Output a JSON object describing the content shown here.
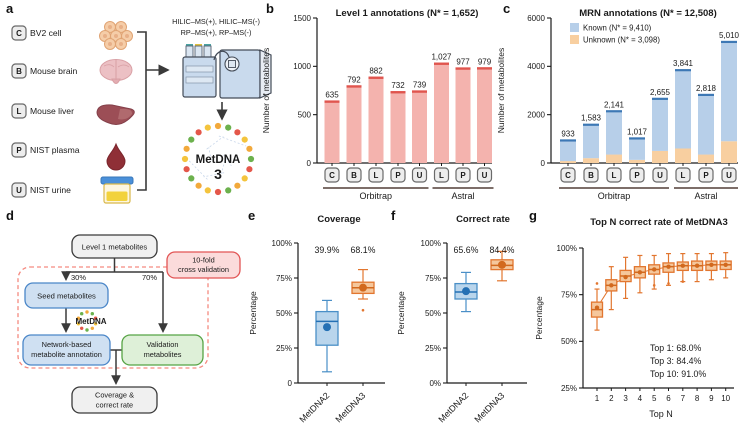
{
  "panel_letters": {
    "a": "a",
    "b": "b",
    "c": "c",
    "d": "d",
    "e": "e",
    "f": "f",
    "g": "g"
  },
  "panel_a": {
    "samples": [
      {
        "code": "C",
        "label": "BV2 cell",
        "icon": "cell-cluster-icon"
      },
      {
        "code": "B",
        "label": "Mouse brain",
        "icon": "brain-icon"
      },
      {
        "code": "L",
        "label": "Mouse liver",
        "icon": "liver-icon"
      },
      {
        "code": "P",
        "label": "NIST plasma",
        "icon": "blood-drop-icon"
      },
      {
        "code": "U",
        "label": "NIST urine",
        "icon": "urine-cup-icon"
      }
    ],
    "methods_line1": "HILIC–MS(+), HILIC–MS(-)",
    "methods_line2": "RP–MS(+), RP–MS(-)",
    "logo": {
      "text": "MetDNA",
      "number": "3",
      "text_color": "#2e74c4",
      "dot_colors": [
        "#f2a93b",
        "#6cb14d",
        "#e4574a",
        "#f4c43d"
      ]
    }
  },
  "panel_d": {
    "nodes": {
      "level1": "Level 1 metabolites",
      "seed": "Seed metabolites",
      "network_line1": "Network-based",
      "network_line2": "metabolite annotation",
      "validation_line1": "Validation",
      "validation_line2": "metabolites",
      "crossval_line1": "10-fold",
      "crossval_line2": "cross validation",
      "coverage_line1": "Coverage &",
      "coverage_line2": "correct rate",
      "pct_left": "30%",
      "pct_right": "70%",
      "logo_text": "MetDNA"
    },
    "colors": {
      "gray_fill": "#f0f0f0",
      "gray_stroke": "#3a3a3a",
      "blue_fill": "#cfe0f2",
      "blue_stroke": "#4a86c8",
      "green_fill": "#def0d8",
      "green_stroke": "#56a344",
      "red_fill": "#fbdbdb",
      "red_stroke": "#e25555",
      "dashed_border": "#f58a80"
    }
  },
  "box_colors": {
    "blue": {
      "fill": "#b9d5ec",
      "stroke": "#4a8fc7",
      "dark": "#2470b4"
    },
    "orange": {
      "fill": "#f5c79c",
      "stroke": "#e2762f",
      "dark": "#d2691e"
    }
  },
  "chart_data": [
    {
      "id": "b",
      "type": "bar",
      "title": "Level 1 annotations (N* = 1,652)",
      "ylabel": "Number of metabolites",
      "ylim": [
        0,
        1500
      ],
      "yticks": [
        0,
        500,
        1000,
        1500
      ],
      "ytick_labels": [
        "0",
        "500",
        "1000",
        "1500"
      ],
      "categories": [
        "C",
        "B",
        "L",
        "P",
        "U",
        "L",
        "P",
        "U"
      ],
      "values": [
        635,
        792,
        882,
        732,
        739,
        1027,
        977,
        979
      ],
      "value_labels": [
        "635",
        "792",
        "882",
        "732",
        "739",
        "1,027",
        "977",
        "979"
      ],
      "groups": [
        {
          "label": "Orbitrap",
          "start": 0,
          "end": 4
        },
        {
          "label": "Astral",
          "start": 5,
          "end": 7
        }
      ],
      "bar_fill": "#f4b3ae",
      "bar_edge": "#e0554e"
    },
    {
      "id": "c",
      "type": "stacked_bar",
      "title": "MRN annotations (N* = 12,508)",
      "ylabel": "Number of metabolites",
      "ylim": [
        0,
        6000
      ],
      "yticks": [
        0,
        2000,
        4000,
        6000
      ],
      "ytick_labels": [
        "0",
        "2000",
        "4000",
        "6000"
      ],
      "categories": [
        "C",
        "B",
        "L",
        "P",
        "U",
        "L",
        "P",
        "U"
      ],
      "legend": [
        {
          "label": "Known (N* = 9,410)",
          "color": "#b7cfe9"
        },
        {
          "label": "Unknown (N* = 3,098)",
          "color": "#f8cfa0"
        }
      ],
      "series": [
        {
          "name": "Unknown",
          "values": [
            80,
            200,
            350,
            130,
            500,
            600,
            350,
            900
          ],
          "color": "#f8cfa0"
        },
        {
          "name": "Known",
          "values": [
            853,
            1383,
            1791,
            887,
            2155,
            3241,
            2468,
            4110
          ],
          "color": "#b7cfe9",
          "edge": "#3d78b5"
        }
      ],
      "totals": [
        933,
        1583,
        2141,
        1017,
        2655,
        3841,
        2818,
        5010
      ],
      "total_labels": [
        "933",
        "1,583",
        "2,141",
        "1,017",
        "2,655",
        "3,841",
        "2,818",
        "5,010"
      ],
      "groups": [
        {
          "label": "Orbitrap",
          "start": 0,
          "end": 4
        },
        {
          "label": "Astral",
          "start": 5,
          "end": 7
        }
      ]
    },
    {
      "id": "e",
      "type": "boxplot",
      "title": "Coverage",
      "ylabel": "Percentage",
      "ylim": [
        0,
        100
      ],
      "yticks": [
        0,
        25,
        50,
        75,
        100
      ],
      "ytick_labels": [
        "0",
        "25%",
        "50%",
        "75%",
        "100%"
      ],
      "categories": [
        "MetDNA2",
        "MetDNA3"
      ],
      "annotations": [
        "39.9%",
        "68.1%"
      ],
      "boxes": [
        {
          "scheme": "blue",
          "low": 8,
          "q1": 27,
          "median": 44,
          "q3": 51,
          "high": 59,
          "mean": 39.9,
          "outliers": []
        },
        {
          "scheme": "orange",
          "low": 60,
          "q1": 64,
          "median": 68,
          "q3": 72,
          "high": 81,
          "mean": 68.1,
          "outliers": [
            52
          ]
        }
      ]
    },
    {
      "id": "f",
      "type": "boxplot",
      "title": "Correct rate",
      "ylabel": "Percentage",
      "ylim": [
        0,
        100
      ],
      "yticks": [
        0,
        25,
        50,
        75,
        100
      ],
      "ytick_labels": [
        "0%",
        "25%",
        "50%",
        "75%",
        "100%"
      ],
      "categories": [
        "MetDNA2",
        "MetDNA3"
      ],
      "annotations": [
        "65.6%",
        "84.4%"
      ],
      "boxes": [
        {
          "scheme": "blue",
          "low": 51,
          "q1": 60,
          "median": 65,
          "q3": 71,
          "high": 79,
          "mean": 65.6,
          "outliers": []
        },
        {
          "scheme": "orange",
          "low": 73,
          "q1": 81,
          "median": 84,
          "q3": 88,
          "high": 94,
          "mean": 84.4,
          "outliers": []
        }
      ]
    },
    {
      "id": "g",
      "type": "boxplot_series",
      "title": "Top N correct rate of MetDNA3",
      "xlabel": "Top N",
      "ylabel": "Percentage",
      "ylim": [
        25,
        100
      ],
      "yticks": [
        25,
        50,
        75,
        100
      ],
      "ytick_labels": [
        "25%",
        "50%",
        "75%",
        "100%"
      ],
      "categories": [
        "1",
        "2",
        "3",
        "4",
        "5",
        "6",
        "7",
        "8",
        "9",
        "10"
      ],
      "mean_line": true,
      "annotation_lines": [
        "Top 1: 68.0%",
        "Top 3: 84.4%",
        "Top 10: 91.0%"
      ],
      "boxes": [
        {
          "scheme": "orange",
          "low": 56,
          "q1": 63,
          "median": 67,
          "q3": 71,
          "high": 78,
          "mean": 68,
          "outliers": [
            81
          ]
        },
        {
          "scheme": "orange",
          "low": 67,
          "q1": 77,
          "median": 80,
          "q3": 83,
          "high": 90,
          "mean": 80,
          "outliers": []
        },
        {
          "scheme": "orange",
          "low": 73,
          "q1": 82,
          "median": 85,
          "q3": 88,
          "high": 95,
          "mean": 84.4,
          "outliers": []
        },
        {
          "scheme": "orange",
          "low": 76,
          "q1": 84,
          "median": 87,
          "q3": 90,
          "high": 96,
          "mean": 87,
          "outliers": []
        },
        {
          "scheme": "orange",
          "low": 78,
          "q1": 86,
          "median": 88.5,
          "q3": 91,
          "high": 96,
          "mean": 88.5,
          "outliers": [
            80
          ]
        },
        {
          "scheme": "orange",
          "low": 80,
          "q1": 87,
          "median": 90,
          "q3": 92,
          "high": 97,
          "mean": 90,
          "outliers": [
            81
          ]
        },
        {
          "scheme": "orange",
          "low": 82,
          "q1": 88,
          "median": 90.5,
          "q3": 92.5,
          "high": 97,
          "mean": 90.5,
          "outliers": [
            82
          ]
        },
        {
          "scheme": "orange",
          "low": 82,
          "q1": 88,
          "median": 90.5,
          "q3": 93,
          "high": 97,
          "mean": 90.5,
          "outliers": []
        },
        {
          "scheme": "orange",
          "low": 83,
          "q1": 88,
          "median": 91,
          "q3": 93,
          "high": 97,
          "mean": 91,
          "outliers": []
        },
        {
          "scheme": "orange",
          "low": 84,
          "q1": 88.5,
          "median": 91,
          "q3": 93,
          "high": 97.5,
          "mean": 91,
          "outliers": []
        }
      ]
    }
  ]
}
